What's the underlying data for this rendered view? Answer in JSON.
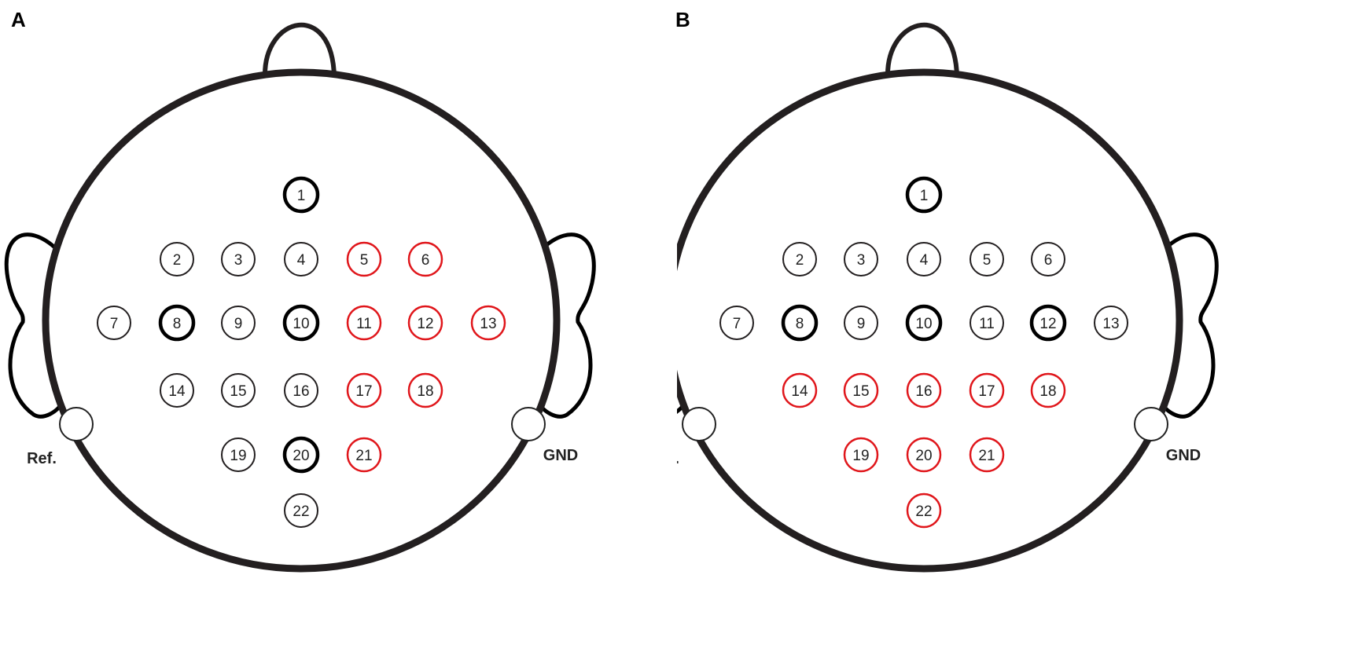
{
  "colors": {
    "outline": "#231f20",
    "normal_ring": "#231f20",
    "bold_ring": "#000000",
    "highlight_ring": "#e0161b",
    "fill": "#ffffff"
  },
  "panels": [
    {
      "letter": "A",
      "ref_label": "Ref.",
      "gnd_label": "GND",
      "electrodes": [
        {
          "num": "1",
          "style": "bold"
        },
        {
          "num": "2",
          "style": "normal"
        },
        {
          "num": "3",
          "style": "normal"
        },
        {
          "num": "4",
          "style": "normal"
        },
        {
          "num": "5",
          "style": "red"
        },
        {
          "num": "6",
          "style": "red"
        },
        {
          "num": "7",
          "style": "normal"
        },
        {
          "num": "8",
          "style": "bold"
        },
        {
          "num": "9",
          "style": "normal"
        },
        {
          "num": "10",
          "style": "bold"
        },
        {
          "num": "11",
          "style": "red"
        },
        {
          "num": "12",
          "style": "red"
        },
        {
          "num": "13",
          "style": "red"
        },
        {
          "num": "14",
          "style": "normal"
        },
        {
          "num": "15",
          "style": "normal"
        },
        {
          "num": "16",
          "style": "normal"
        },
        {
          "num": "17",
          "style": "red"
        },
        {
          "num": "18",
          "style": "red"
        },
        {
          "num": "19",
          "style": "normal"
        },
        {
          "num": "20",
          "style": "bold"
        },
        {
          "num": "21",
          "style": "red"
        },
        {
          "num": "22",
          "style": "normal"
        }
      ]
    },
    {
      "letter": "B",
      "ref_label": "Ref.",
      "gnd_label": "GND",
      "electrodes": [
        {
          "num": "1",
          "style": "bold"
        },
        {
          "num": "2",
          "style": "normal"
        },
        {
          "num": "3",
          "style": "normal"
        },
        {
          "num": "4",
          "style": "normal"
        },
        {
          "num": "5",
          "style": "normal"
        },
        {
          "num": "6",
          "style": "normal"
        },
        {
          "num": "7",
          "style": "normal"
        },
        {
          "num": "8",
          "style": "bold"
        },
        {
          "num": "9",
          "style": "normal"
        },
        {
          "num": "10",
          "style": "bold"
        },
        {
          "num": "11",
          "style": "normal"
        },
        {
          "num": "12",
          "style": "bold"
        },
        {
          "num": "13",
          "style": "normal"
        },
        {
          "num": "14",
          "style": "red"
        },
        {
          "num": "15",
          "style": "red"
        },
        {
          "num": "16",
          "style": "red"
        },
        {
          "num": "17",
          "style": "red"
        },
        {
          "num": "18",
          "style": "red"
        },
        {
          "num": "19",
          "style": "red"
        },
        {
          "num": "20",
          "style": "red"
        },
        {
          "num": "21",
          "style": "red"
        },
        {
          "num": "22",
          "style": "red"
        }
      ]
    }
  ]
}
